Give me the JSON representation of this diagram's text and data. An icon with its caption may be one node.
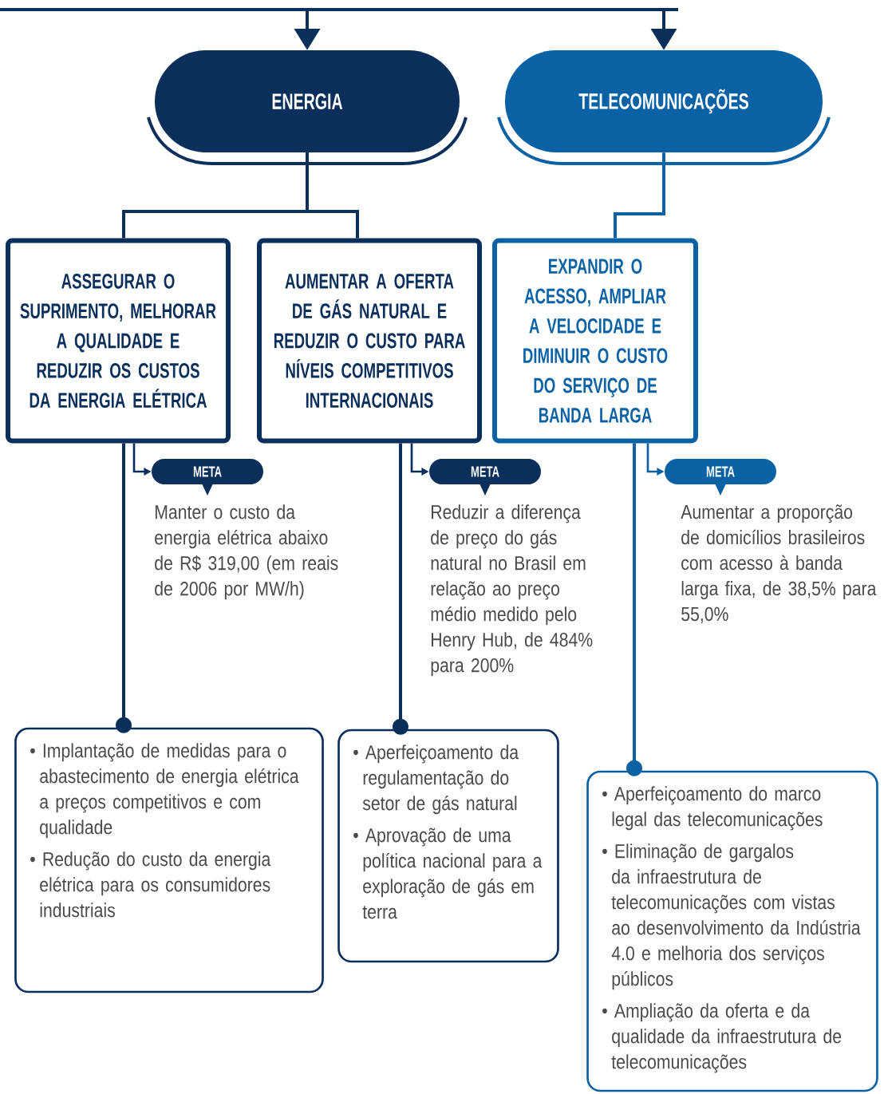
{
  "diagram": {
    "nodes": [
      {
        "text": [
          "ENERGIA"
        ]
      },
      {
        "text": [
          "TELECOMUNICAÇÕES"
        ]
      },
      {
        "text": [
          "ASSEGURAR O SUPRIMENTO, MELHORAR A QUALIDADE E REDUZIR OS CUSTOS DA ENERGIA ELÉTRICA"
        ]
      },
      {
        "text": [
          "AUMENTAR A OFERTA DE GÁS NATURAL E REDUZIR O CUSTO PARA NÍVEIS COMPETITIVOS INTERNACIONAIS"
        ]
      },
      {
        "text": [
          "EXPANDIR O ACESSO, AMPLIAR A VELOCIDADE E DIMINUIR O CUSTO DO SERVIÇO DE BANDA LARGA"
        ]
      },
      {
        "text": [
          "META"
        ],
        "beside": [
          "Manter o custo da energia elétrica abaixo de R$ 319,00 (em reais de 2006 por MW/h)"
        ]
      },
      {
        "text": [
          "META"
        ],
        "beside": [
          "Reduzir a diferença de preço do gás natural no Brasil em relação ao preço médio medido pelo Henry Hub, de 484% para 200%"
        ]
      },
      {
        "text": [
          "META"
        ],
        "beside": [
          "Aumentar a proporção de domicílios brasileiros com acesso à banda larga fixa, de 38,5% para 55,0%"
        ]
      },
      {
        "text": [
          "• Implantação de medidas para o abastecimento de energia elétrica a preços competitivos e com qualidade",
          "• Redução do custo da energia elétrica para os consumidores industriais"
        ]
      },
      {
        "text": [
          "• Aperfeiçoamento da regulamentação do setor de gás natural",
          "• Aprovação de uma política nacional para a exploração de gás em terra"
        ]
      },
      {
        "text": [
          "• Aperfeiçoamento do marco legal das telecomunicações",
          "• Eliminação de gargalos da infraestrutura de telecomunicações com vistas ao desenvolvimento da Indústria 4.0 e melhoria dos serviços públicos",
          "• Ampliação da oferta e da qualidade da infraestrutura de telecomunicações"
        ]
      }
    ],
    "edges": [
      {
        "from": null,
        "to": 0,
        "arrow": "to"
      },
      {
        "from": null,
        "to": 1,
        "arrow": "to"
      },
      {
        "from": 0,
        "to": 2,
        "arrow": "none"
      },
      {
        "from": 0,
        "to": 3,
        "arrow": "none"
      },
      {
        "from": 1,
        "to": 4,
        "arrow": "none",
        "color": "#0a62a5"
      },
      {
        "from": 2,
        "to": 5,
        "arrow": "to"
      },
      {
        "from": 3,
        "to": 6,
        "arrow": "to"
      },
      {
        "from": 4,
        "to": 7,
        "arrow": "to",
        "color": "#0a62a5"
      },
      {
        "from": 2,
        "to": 8,
        "arrow": "other"
      },
      {
        "from": 3,
        "to": 9,
        "arrow": "other"
      },
      {
        "from": 4,
        "to": 10,
        "arrow": "other",
        "color": "#0a62a5"
      }
    ]
  }
}
